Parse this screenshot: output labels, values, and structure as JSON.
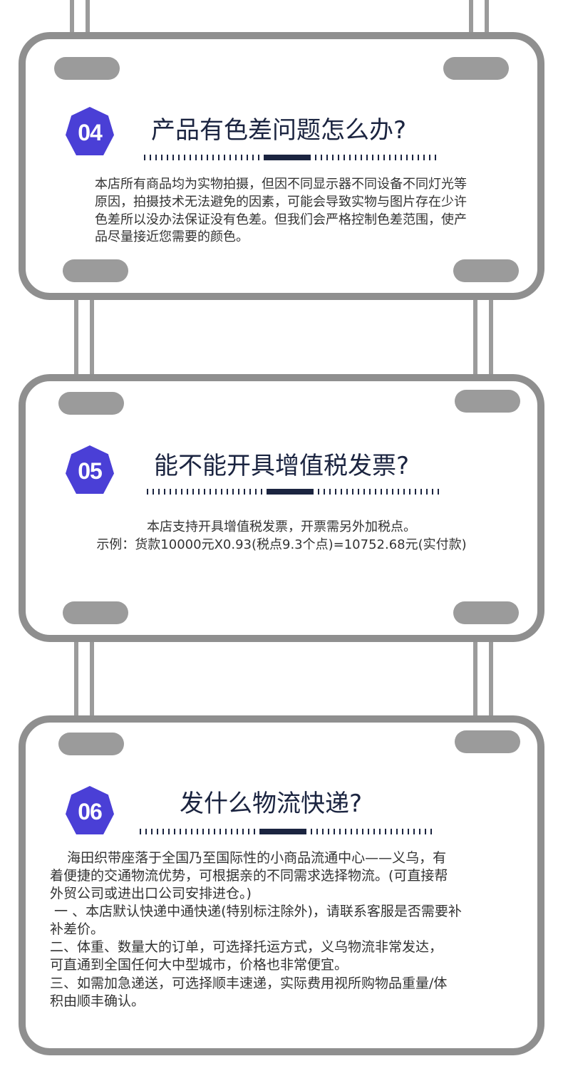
{
  "colors": {
    "badge": "#4a3fd6",
    "frame": "#8f8f8f",
    "title": "#1b2440",
    "text": "#333333"
  },
  "faq": [
    {
      "number": "04",
      "title": "产品有色差问题怎么办?",
      "lines": [
        "本店所有商品均为实物拍摄，但因不同显示器不同设备不同灯光等",
        "原因，拍摄技术无法避免的因素，可能会导致实物与图片存在少许",
        "色差所以没办法保证没有色差。但我们会严格控制色差范围，使产",
        "品尽量接近您需要的颜色。"
      ]
    },
    {
      "number": "05",
      "title": "能不能开具增值税发票?",
      "lines": [
        "本店支持开具增值税发票，开票需另外加税点。",
        "示例：货款10000元X0.93(税点9.3个点)=10752.68元(实付款)"
      ]
    },
    {
      "number": "06",
      "title": "发什么物流快递?",
      "lines": [
        "    海田织带座落于全国乃至国际性的小商品流通中心——义乌，有",
        "着便捷的交通物流优势，可根据亲的不同需求选择物流。(可直接帮",
        "外贸公司或进出口公司安排进仓。)",
        " 一 、本店默认快递中通快递(特别标注除外)，请联系客服是否需要补",
        "补差价。",
        "二、体重、数量大的订单，可选择托运方式，义乌物流非常发达，",
        "可直通到全国任何大中型城市，价格也非常便宜。",
        "三、如需加急递送，可选择顺丰速递，实际费用视所购物品重量/体",
        "积由顺丰确认。"
      ]
    }
  ]
}
